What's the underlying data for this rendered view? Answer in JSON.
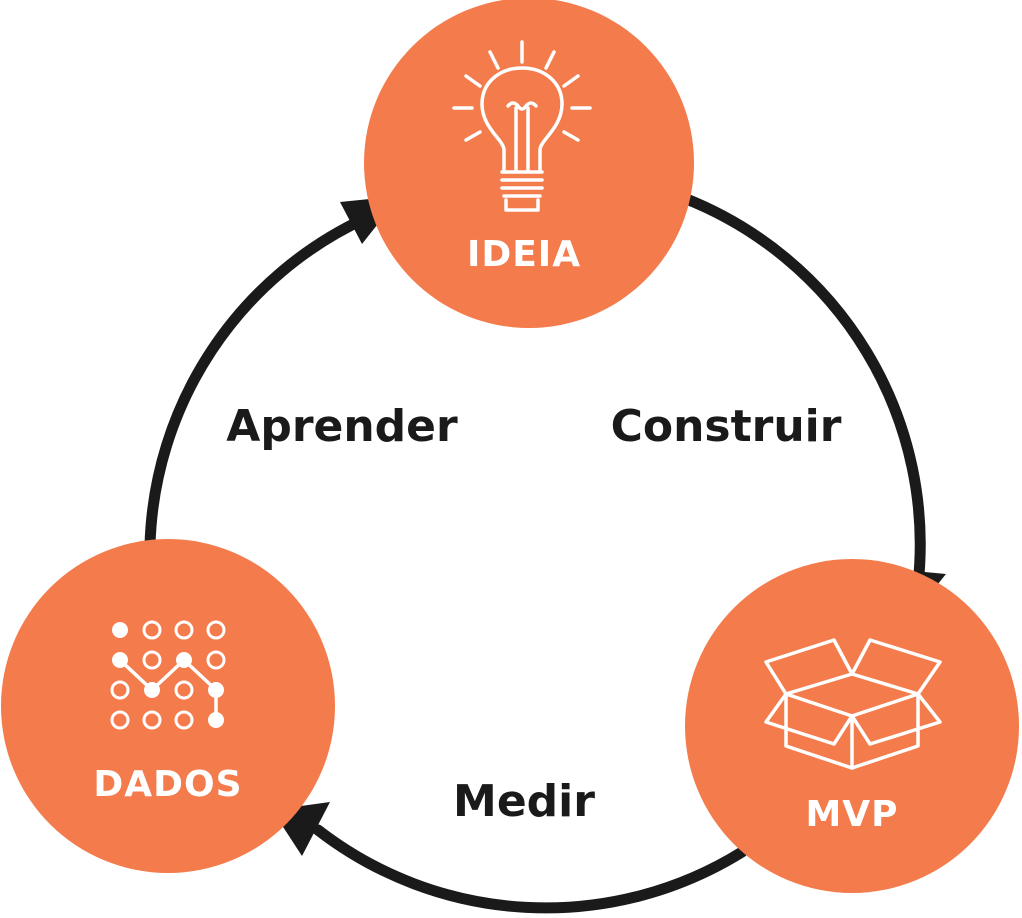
{
  "colors": {
    "node_fill": "#F47B4B",
    "arrow": "#1A1A1A",
    "node_text": "#FFFFFF",
    "edge_text": "#1A1A1A"
  },
  "nodes": [
    {
      "id": "ideia",
      "label": "IDEIA",
      "icon": "lightbulb-icon"
    },
    {
      "id": "mvp",
      "label": "MVP",
      "icon": "box-icon"
    },
    {
      "id": "dados",
      "label": "DADOS",
      "icon": "dot-grid-icon"
    }
  ],
  "edges": [
    {
      "from": "ideia",
      "to": "mvp",
      "label": "Construir"
    },
    {
      "from": "mvp",
      "to": "dados",
      "label": "Medir"
    },
    {
      "from": "dados",
      "to": "ideia",
      "label": "Aprender"
    }
  ]
}
